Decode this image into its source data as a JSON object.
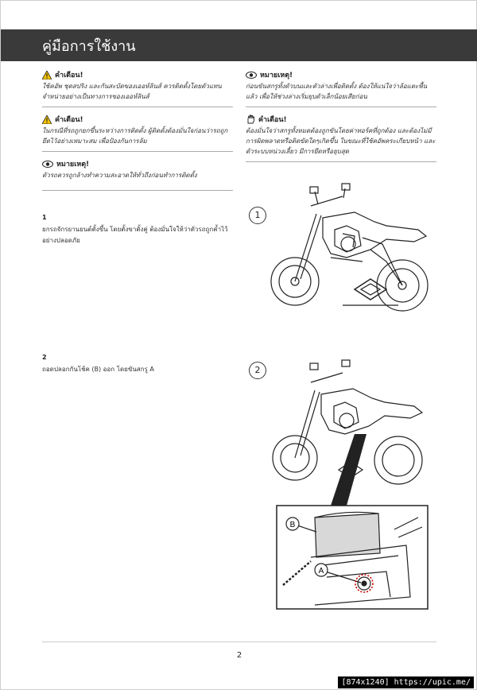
{
  "header": {
    "title": "คู่มือการใช้งาน"
  },
  "left_notes": [
    {
      "kind": "warning",
      "heading": "คำเตือน!",
      "text": "ใช้คอัพ ชุดสปริง และกันสะบัดของเออห์ลินส์ ควรติดตั้งโดยตัวแทนจำหน่ายอย่างเป็นทางการของเออห์ลินส์"
    },
    {
      "kind": "warning",
      "heading": "คำเตือน!",
      "text": "ในกรณีที่รถถูกยกขึ้นระหว่างการติดตั้ง ผู้ติดตั้งต้องมั่นใจก่อนว่ารถถูกยึดไว้อย่างเหมาะสม เพื่อป้องกันการล้ม"
    },
    {
      "kind": "note",
      "heading": "หมายเหตุ!",
      "text": "ตัวรถควรถูกล้างทำความสะอาดให้ทั่วถึงก่อนทำการติดตั้ง"
    }
  ],
  "right_notes": [
    {
      "kind": "note",
      "heading": "หมายเหตุ!",
      "text": "ก่อนขันสกรูทั้งตัวบนและตัวล่างเพื่อติดตั้ง ต้องให้แน่ใจว่าล้อแตะพื้นแล้ว เพื่อให้ช่วงล่างเริ่มยุบตัวเล็กน้อยเสียก่อน"
    },
    {
      "kind": "hand",
      "heading": "คำเตือน!",
      "text": "ต้องมั่นใจว่าสกรูทั้งหมดต้องถูกขันโดยค่าทอร์คที่ถูกต้อง และต้องไม่มีการผิดพลาดหรือติดขัดใดๆเกิดขึ้น ในขณะที่ใช้คอัพคระเกียบหน้า และตัวระบบหน่วงเลี้ยว มีการยึดหรือยุบสุด"
    }
  ],
  "steps": [
    {
      "number": "1",
      "text": "ยกรถจักรยานยนต์ตั้งขึ้น โดยตั้งขาตั้งคู่ ต้องมั่นใจให้ว่าตัวรถถูกค้ำไว้อย่างปลอดภัย",
      "figure_label": "1"
    },
    {
      "number": "2",
      "text": "ถอดปลอกกันโช้ค (B) ออก โดยขันสกรู A",
      "figure_label": "2"
    }
  ],
  "figure2_callouts": {
    "b": "B",
    "a": "A"
  },
  "footer": {
    "page_number": "2"
  },
  "watermark": "[874x1240] https://upic.me/",
  "colors": {
    "header_bg": "#3a3a3a",
    "warning_yellow": "#f5c400",
    "callout_red": "#cc0000"
  }
}
